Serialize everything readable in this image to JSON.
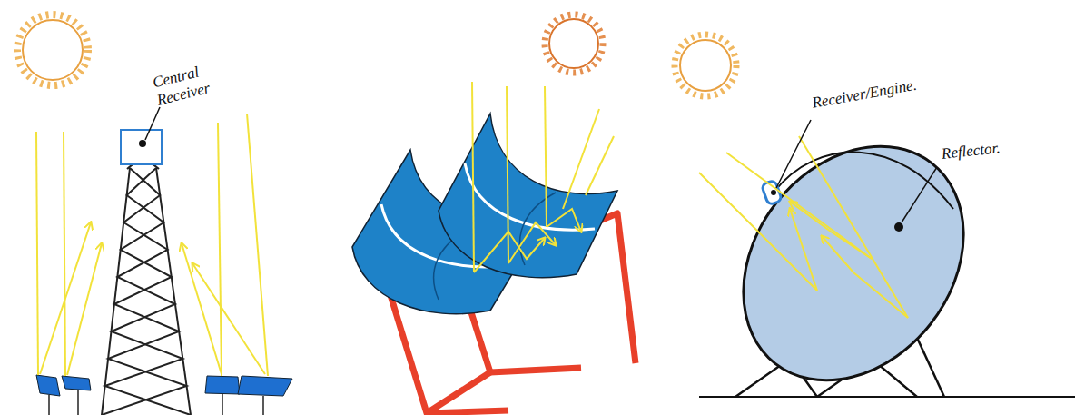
{
  "diagram": {
    "labels": [
      "Central Receiver",
      "Receiver/Engine.",
      "Reflector."
    ]
  }
}
